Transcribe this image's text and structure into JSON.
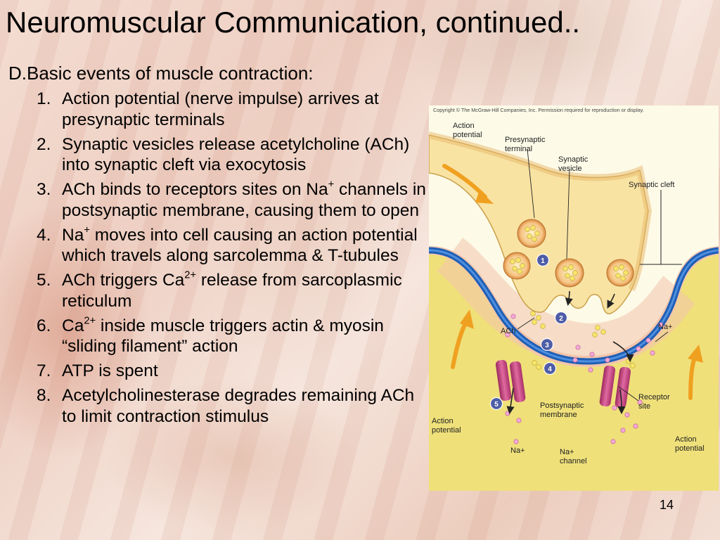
{
  "slide": {
    "title": "Neuromuscular Communication, continued..",
    "section": "D.Basic events of muscle contraction:",
    "page_number": "14"
  },
  "steps": [
    {
      "num": "1.",
      "parts": [
        {
          "text": "Action potential (nerve impulse) arrives at presynaptic terminals"
        }
      ]
    },
    {
      "num": "2.",
      "parts": [
        {
          "text": "Synaptic vesicles release acetylcholine (ACh) into synaptic cleft via exocytosis"
        }
      ]
    },
    {
      "num": "3.",
      "parts": [
        {
          "text": "ACh binds to receptors sites on Na"
        },
        {
          "text": "+",
          "sup": true
        },
        {
          "text": " channels in postsynaptic membrane, causing them to open"
        }
      ]
    },
    {
      "num": "4.",
      "parts": [
        {
          "text": "Na"
        },
        {
          "text": "+",
          "sup": true
        },
        {
          "text": " moves into cell causing an action potential which travels along sarcolemma & T-tubules"
        }
      ]
    },
    {
      "num": "5.",
      "parts": [
        {
          "text": "ACh triggers Ca"
        },
        {
          "text": "2+",
          "sup": true
        },
        {
          "text": " release from sarcoplasmic reticulum"
        }
      ]
    },
    {
      "num": "6.",
      "parts": [
        {
          "text": "Ca"
        },
        {
          "text": "2+",
          "sup": true
        },
        {
          "text": " inside muscle triggers actin & myosin “sliding filament” action"
        }
      ]
    },
    {
      "num": "7.",
      "parts": [
        {
          "text": "ATP is spent"
        }
      ]
    },
    {
      "num": "8.",
      "parts": [
        {
          "text": "Acetylcholinesterase degrades remaining ACh to limit contraction stimulus"
        }
      ]
    }
  ],
  "figure": {
    "copyright": "Copyright © The McGraw-Hill Companies, Inc. Permission required for reproduction or display.",
    "labels": {
      "action_potential_top_1": "Action",
      "action_potential_top_2": "potential",
      "presynaptic_1": "Presynaptic",
      "presynaptic_2": "terminal",
      "synaptic_vesicle_1": "Synaptic",
      "synaptic_vesicle_2": "vesicle",
      "synaptic_cleft": "Synaptic cleft",
      "ach": "ACh",
      "na_plus_right": "Na+",
      "receptor_1": "Receptor",
      "receptor_2": "site",
      "postsynaptic_1": "Postsynaptic",
      "postsynaptic_2": "membrane",
      "action_potential_left_1": "Action",
      "action_potential_left_2": "potential",
      "action_potential_right_1": "Action",
      "action_potential_right_2": "potential",
      "na_plus_bottom": "Na+",
      "na_channel_1": "Na+",
      "na_channel_2": "channel"
    },
    "markers": [
      "1",
      "2",
      "3",
      "4",
      "5"
    ],
    "colors": {
      "nerve_terminal": "#f8e3a3",
      "cleft": "#f3c4ac",
      "muscle": "#efe07a",
      "membrane": "#1f5fb5",
      "vesicle": "#f0b66a",
      "channel": "#c8407f",
      "marker": "#4e5da6",
      "arrow": "#f0a020"
    }
  }
}
